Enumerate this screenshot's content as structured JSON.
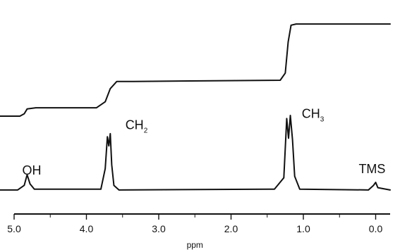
{
  "chart_data": {
    "type": "line",
    "xlabel": "ppm",
    "xlim": [
      5.0,
      -0.2
    ],
    "x_reversed": true,
    "xticks": [
      "5.0",
      "4.0",
      "3.0",
      "2.0",
      "1.0",
      "0.0"
    ],
    "xtick_values": [
      5.0,
      4.0,
      3.0,
      2.0,
      1.0,
      0.0
    ],
    "minor_tick_step": 0.5,
    "spectrum_points": [
      [
        5.2,
        0.02
      ],
      [
        4.95,
        0.02
      ],
      [
        4.86,
        0.08
      ],
      [
        4.82,
        0.22
      ],
      [
        4.78,
        0.1
      ],
      [
        4.72,
        0.03
      ],
      [
        3.8,
        0.03
      ],
      [
        3.74,
        0.3
      ],
      [
        3.71,
        0.72
      ],
      [
        3.69,
        0.6
      ],
      [
        3.67,
        0.76
      ],
      [
        3.65,
        0.35
      ],
      [
        3.62,
        0.08
      ],
      [
        3.55,
        0.02
      ],
      [
        1.4,
        0.03
      ],
      [
        1.27,
        0.18
      ],
      [
        1.23,
        0.96
      ],
      [
        1.205,
        0.7
      ],
      [
        1.18,
        1.0
      ],
      [
        1.15,
        0.68
      ],
      [
        1.12,
        0.2
      ],
      [
        1.05,
        0.03
      ],
      [
        0.1,
        0.02
      ],
      [
        0.03,
        0.08
      ],
      [
        0.0,
        0.12
      ],
      [
        -0.03,
        0.05
      ],
      [
        -0.2,
        0.02
      ]
    ],
    "integral_points": [
      [
        5.2,
        0.1
      ],
      [
        4.92,
        0.1
      ],
      [
        4.86,
        0.12
      ],
      [
        4.82,
        0.16
      ],
      [
        4.7,
        0.17
      ],
      [
        3.86,
        0.17
      ],
      [
        3.74,
        0.22
      ],
      [
        3.67,
        0.33
      ],
      [
        3.58,
        0.39
      ],
      [
        3.35,
        0.39
      ],
      [
        1.32,
        0.4
      ],
      [
        1.25,
        0.46
      ],
      [
        1.21,
        0.72
      ],
      [
        1.17,
        0.86
      ],
      [
        1.1,
        0.87
      ],
      [
        -0.2,
        0.87
      ]
    ],
    "peak_labels": [
      {
        "base": "OH",
        "sub": "",
        "x": 4.82,
        "y": 0.24,
        "offset": "below"
      },
      {
        "base": "CH",
        "sub": "2",
        "x": 3.52,
        "y": 0.8,
        "offset": "right"
      },
      {
        "base": "CH",
        "sub": "3",
        "x": 1.08,
        "y": 0.95,
        "offset": "right"
      },
      {
        "base": "TMS",
        "sub": "",
        "x": 0.02,
        "y": 0.15,
        "offset": "above"
      }
    ]
  }
}
